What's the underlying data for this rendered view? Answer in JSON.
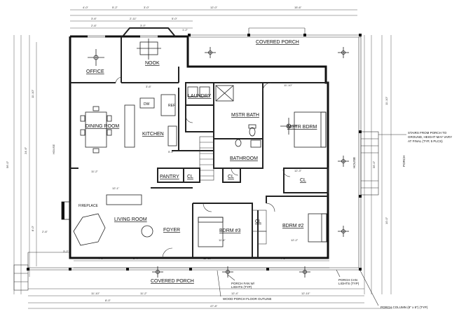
{
  "rooms": {
    "office": "OFFICE",
    "nook": "NOOK",
    "laundry": "LAUNDRY",
    "dining": "DINING ROOM",
    "kitchen": "KITCHEN",
    "mstr_bath": "MSTR BATH",
    "mstr_bdrm": "MSTR BDRM",
    "bathroom": "BATHROOM",
    "pantry": "PANTRY",
    "cl": "CL",
    "living": "LIVING ROOM",
    "foyer": "FOYER",
    "bdrm3": "BDRM #3",
    "bdrm2": "BDRM #2",
    "covered_porch_top": "COVERED PORCH",
    "covered_porch_bottom": "COVERED PORCH",
    "fireplace": "FIREPLACE",
    "dw": "DW",
    "ref": "REF"
  },
  "notes": {
    "stairs_1": "STAIRS FROM PORCH TO",
    "stairs_2": "GROUND, HEIGHT MAY VARY",
    "stairs_3": "AT FINAL (TYP, 5 PLCS)",
    "porch_fan_1": "PORCH FAN W/",
    "porch_fan_2": "LIGHTS (TYP)",
    "porch_can_1": "PORCH CAN",
    "porch_can_2": "LIGHTS (TYP)",
    "wood_porch": "WOOD PORCH FLOOR OUTLINE",
    "porch_column": "PORCH COLUMN (8\" x 8\") (TYP)",
    "porch_side": "PORCH",
    "house_side": "HOUSE"
  }
}
